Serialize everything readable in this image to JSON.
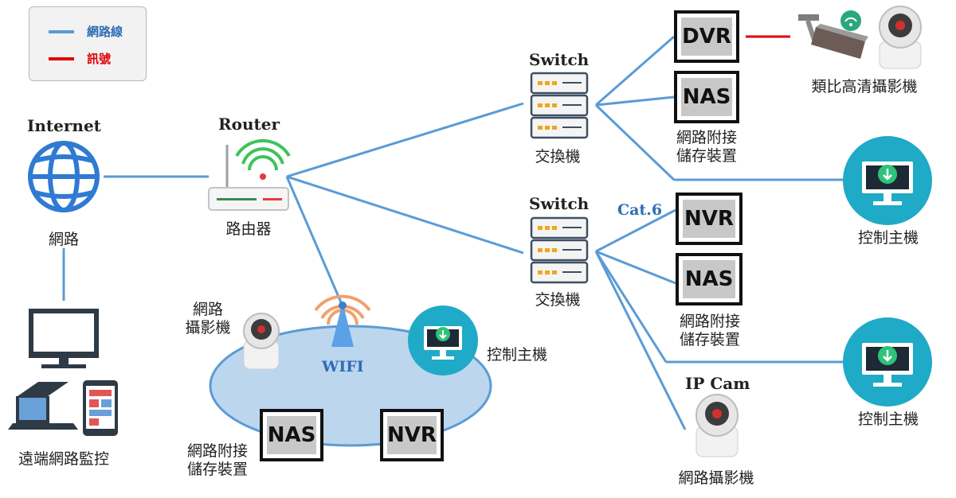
{
  "legend": {
    "network_line": "網路線",
    "signal": "訊號",
    "network_color": "#5b9bd5",
    "signal_color": "#e00000"
  },
  "internet": {
    "title": "Internet",
    "label": "網路"
  },
  "router": {
    "title": "Router",
    "label": "路由器"
  },
  "remote": {
    "label": "遠端網路監控"
  },
  "wifi": {
    "title": "WIFI",
    "camera_label": "網路\n攝影機",
    "pc_label": "控制主機",
    "nas_box": "NAS",
    "nvr_box": "NVR",
    "nas_label": "網路附接\n儲存裝置"
  },
  "switch_top": {
    "title": "Switch",
    "label": "交換機",
    "dvr_box": "DVR",
    "nas_box": "NAS",
    "nas_label": "網路附接\n儲存裝置",
    "analog_cam_label": "類比高清攝影機",
    "pc_label": "控制主機"
  },
  "switch_bottom": {
    "title": "Switch",
    "label": "交換機",
    "cable_label": "Cat.6",
    "nvr_box": "NVR",
    "nas_box": "NAS",
    "nas_label": "網路附接\n儲存裝置",
    "pc_label": "控制主機",
    "ipcam_title": "IP Cam",
    "ipcam_label": "網路攝影機"
  },
  "icons": [
    "globe-icon",
    "router-icon",
    "switch-icon",
    "monitor-icon",
    "laptop-icon",
    "tablet-icon",
    "dome-camera-icon",
    "bullet-camera-icon",
    "wifi-antenna-icon",
    "control-pc-icon"
  ]
}
